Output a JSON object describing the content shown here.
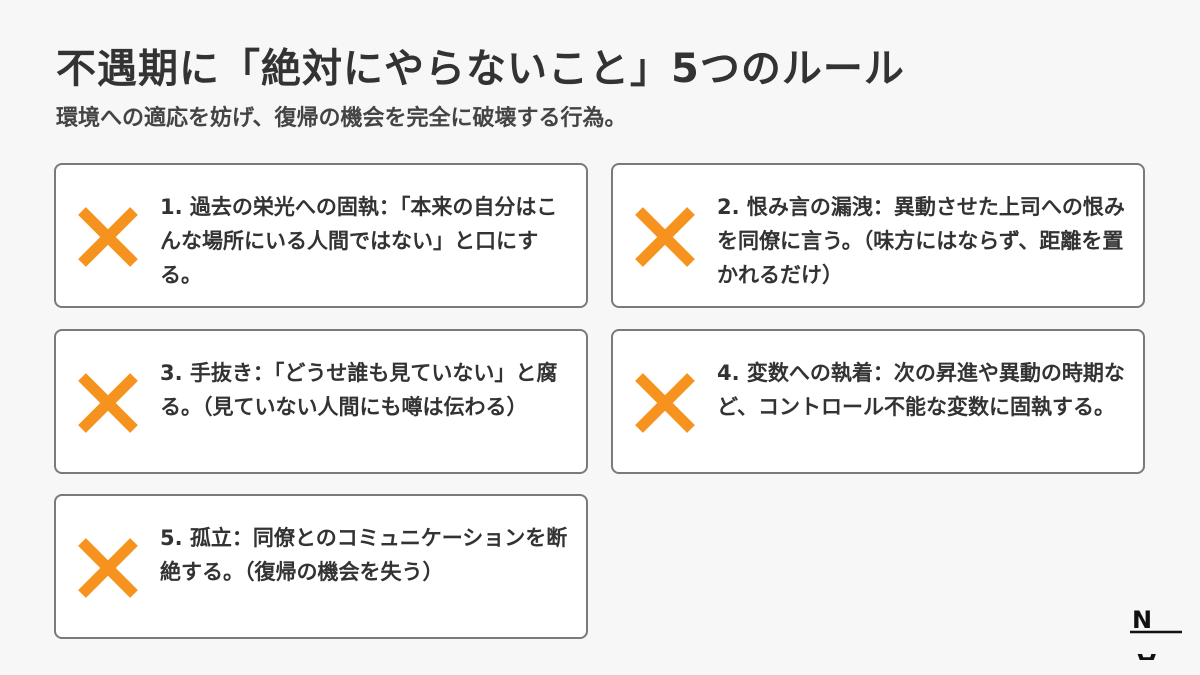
{
  "title": "不遇期に「絶対にやらないこと」5つのルール",
  "subtitle": "環境への適応を妨げ、復帰の機会を完全に破壊する行為。",
  "colors": {
    "cross": "#f5931e",
    "card_border": "#7a7a7a",
    "text": "#333333",
    "background": "#f7f7f7"
  },
  "cards": [
    {
      "icon": "cross-icon",
      "text": "1. 過去の栄光への固執：「本来の自分はこんな場所にいる人間ではない」と口にする。"
    },
    {
      "icon": "cross-icon",
      "text": "2. 恨み言の漏洩：異動させた上司への恨みを同僚に言う。（味方にはならず、距離を置かれるだけ）"
    },
    {
      "icon": "cross-icon",
      "text": "3. 手抜き：「どうせ誰も見ていない」と腐る。（見ていない人間にも噂は伝わる）"
    },
    {
      "icon": "cross-icon",
      "text": "4. 変数への執着：次の昇進や異動の時期など、コントロール不能な変数に固執する。"
    },
    {
      "icon": "cross-icon",
      "text": "5. 孤立：同僚とのコミュニケーションを断絶する。（復帰の機会を失う）"
    }
  ],
  "logo": {
    "top": "N",
    "bottom": "A"
  }
}
